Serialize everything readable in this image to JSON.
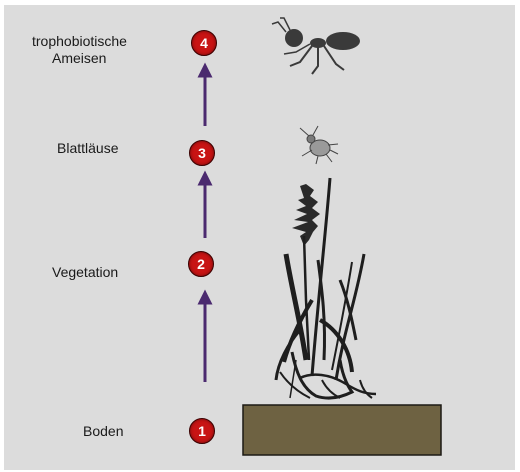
{
  "levels": [
    {
      "number": "1",
      "label": "Boden"
    },
    {
      "number": "2",
      "label": "Vegetation"
    },
    {
      "number": "3",
      "label": "Blattläuse"
    },
    {
      "number": "4",
      "label_line1": "trophobiotische",
      "label_line2": "Ameisen"
    }
  ],
  "colors": {
    "background": "#dcdcdc",
    "badge": "#c81414",
    "arrow": "#4b2a6f",
    "soil": "#6e6242",
    "soil_border": "#1c1a14",
    "silhouette": "#2a2a2a"
  },
  "icons": [
    "ant-icon",
    "aphid-icon",
    "grass-plant-icon",
    "soil-block"
  ]
}
